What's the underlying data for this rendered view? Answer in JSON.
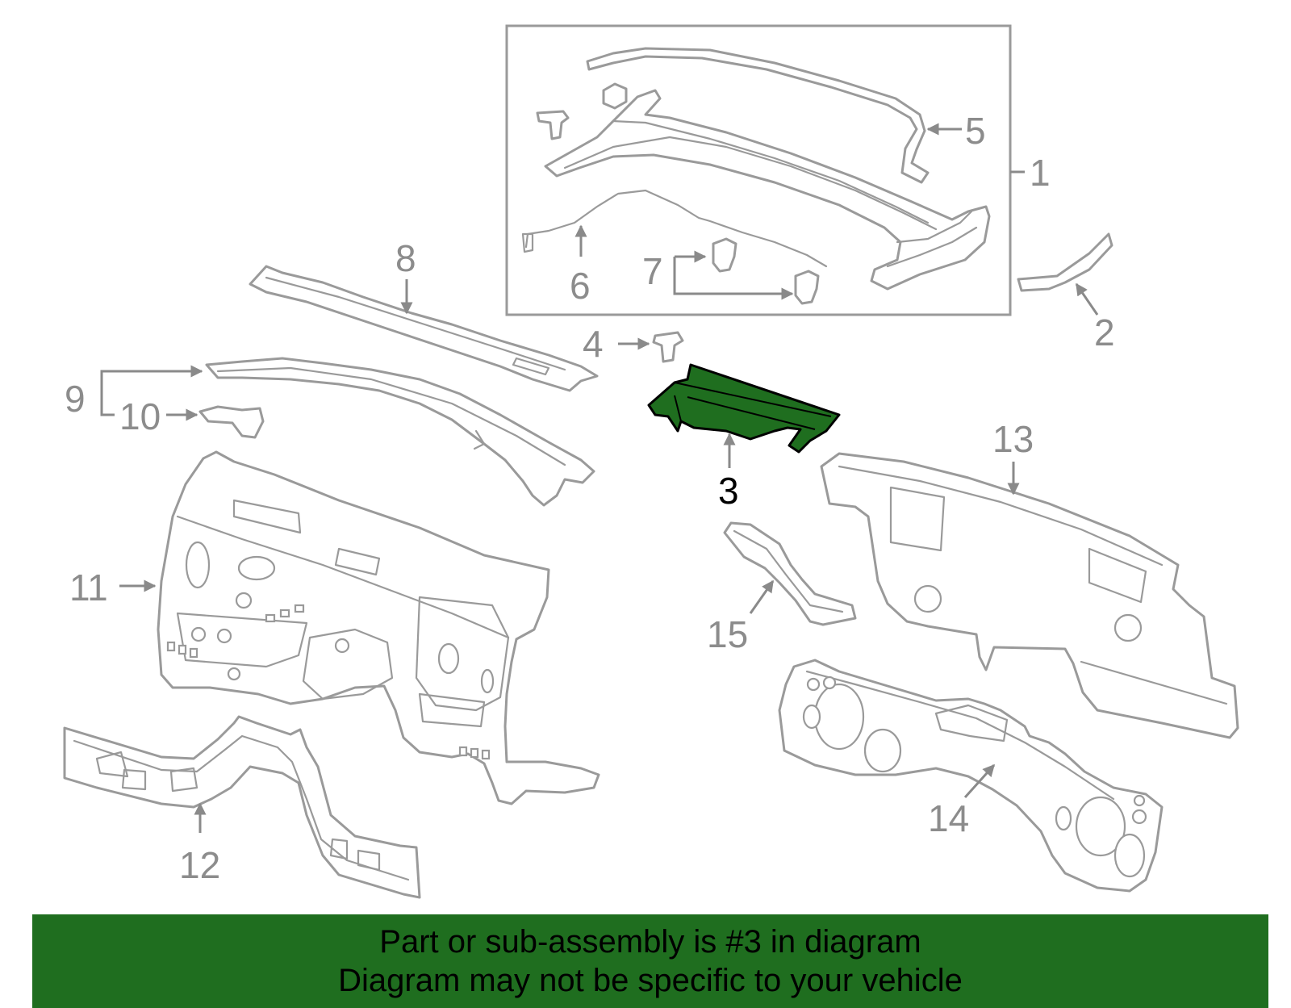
{
  "diagram": {
    "highlight_color": "#1f6e1f",
    "line_color": "#9a9a9a",
    "callouts": [
      {
        "id": "1",
        "label": "1"
      },
      {
        "id": "2",
        "label": "2"
      },
      {
        "id": "3",
        "label": "3",
        "highlighted": true
      },
      {
        "id": "4",
        "label": "4"
      },
      {
        "id": "5",
        "label": "5"
      },
      {
        "id": "6",
        "label": "6"
      },
      {
        "id": "7",
        "label": "7"
      },
      {
        "id": "8",
        "label": "8"
      },
      {
        "id": "9",
        "label": "9"
      },
      {
        "id": "10",
        "label": "10"
      },
      {
        "id": "11",
        "label": "11"
      },
      {
        "id": "12",
        "label": "12"
      },
      {
        "id": "13",
        "label": "13"
      },
      {
        "id": "14",
        "label": "14"
      },
      {
        "id": "15",
        "label": "15"
      }
    ]
  },
  "banner": {
    "line1": "Part or sub-assembly is #3 in diagram",
    "line2": "Diagram may not be specific to your vehicle",
    "background": "#1f6e1f"
  }
}
